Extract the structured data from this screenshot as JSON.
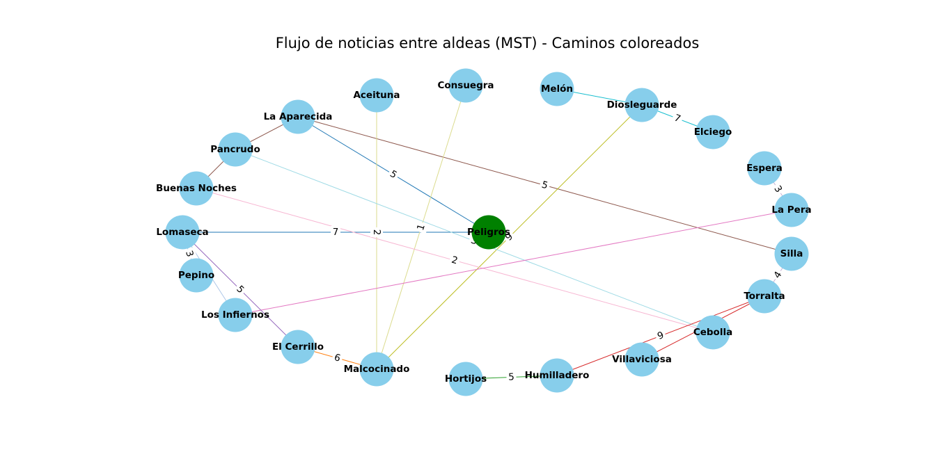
{
  "title": "Flujo de noticias entre aldeas (MST) - Caminos coloreados",
  "colors": {
    "node": "#87ceeb",
    "source_node": "#008000"
  },
  "nodes": [
    {
      "id": "peligros",
      "label": "Peligros",
      "source": true
    },
    {
      "id": "aceituna",
      "label": "Aceituna"
    },
    {
      "id": "consuegra",
      "label": "Consuegra"
    },
    {
      "id": "melon",
      "label": "Melón"
    },
    {
      "id": "diosleguarde",
      "label": "Diosleguarde"
    },
    {
      "id": "elciego",
      "label": "Elciego"
    },
    {
      "id": "espera",
      "label": "Espera"
    },
    {
      "id": "lapera",
      "label": "La Pera"
    },
    {
      "id": "silla",
      "label": "Silla"
    },
    {
      "id": "torralta",
      "label": "Torralta"
    },
    {
      "id": "cebolla",
      "label": "Cebolla"
    },
    {
      "id": "villaviciosa",
      "label": "Villaviciosa"
    },
    {
      "id": "humilladero",
      "label": "Humilladero"
    },
    {
      "id": "hortijos",
      "label": "Hortijos"
    },
    {
      "id": "malcocinado",
      "label": "Malcocinado"
    },
    {
      "id": "elcerrillo",
      "label": "El Cerrillo"
    },
    {
      "id": "losinfiernos",
      "label": "Los Infiernos"
    },
    {
      "id": "pepino",
      "label": "Pepino"
    },
    {
      "id": "lomaseca",
      "label": "Lomaseca"
    },
    {
      "id": "buenasnoches",
      "label": "Buenas Noches"
    },
    {
      "id": "pancrudo",
      "label": "Pancrudo"
    },
    {
      "id": "laaparecida",
      "label": "La Aparecida"
    }
  ],
  "edges": [
    {
      "source": "laaparecida",
      "target": "peligros",
      "weight": "5",
      "color": "#1f77b4"
    },
    {
      "source": "lomaseca",
      "target": "peligros",
      "weight": "7",
      "color": "#1f77b4"
    },
    {
      "source": "laaparecida",
      "target": "silla",
      "weight": "5",
      "color": "#8c564b"
    },
    {
      "source": "diosleguarde",
      "target": "malcocinado",
      "weight": "9",
      "color": "#bcbd22"
    },
    {
      "source": "diosleguarde",
      "target": "elciego",
      "weight": "7",
      "color": "#17becf"
    },
    {
      "source": "melon",
      "target": "diosleguarde",
      "weight": "",
      "color": "#17becf"
    },
    {
      "source": "aceituna",
      "target": "malcocinado",
      "weight": "2",
      "color": "#dbdb8d"
    },
    {
      "source": "consuegra",
      "target": "malcocinado",
      "weight": "1",
      "color": "#dbdb8d"
    },
    {
      "source": "pancrudo",
      "target": "cebolla",
      "weight": "3",
      "color": "#9edae5"
    },
    {
      "source": "buenasnoches",
      "target": "cebolla",
      "weight": "2",
      "color": "#f7b6d2"
    },
    {
      "source": "losinfiernos",
      "target": "lapera",
      "weight": "",
      "color": "#e377c2"
    },
    {
      "source": "laaparecida",
      "target": "pancrudo",
      "weight": "",
      "color": "#8c564b"
    },
    {
      "source": "pancrudo",
      "target": "buenasnoches",
      "weight": "",
      "color": "#8c564b"
    },
    {
      "source": "lomaseca",
      "target": "elcerrillo",
      "weight": "5",
      "color": "#9467bd"
    },
    {
      "source": "lomaseca",
      "target": "pepino",
      "weight": "3",
      "color": "#aec7e8"
    },
    {
      "source": "lomaseca",
      "target": "losinfiernos",
      "weight": "",
      "color": "#aec7e8"
    },
    {
      "source": "elcerrillo",
      "target": "malcocinado",
      "weight": "6",
      "color": "#ff7f0e"
    },
    {
      "source": "hortijos",
      "target": "humilladero",
      "weight": "5",
      "color": "#2ca02c"
    },
    {
      "source": "humilladero",
      "target": "torralta",
      "weight": "9",
      "color": "#d62728"
    },
    {
      "source": "torralta",
      "target": "villaviciosa",
      "weight": "",
      "color": "#d62728"
    },
    {
      "source": "espera",
      "target": "lapera",
      "weight": "3",
      "color": "#c5b0d5"
    },
    {
      "source": "silla",
      "target": "torralta",
      "weight": "4",
      "color": "#c5b0d5"
    }
  ]
}
